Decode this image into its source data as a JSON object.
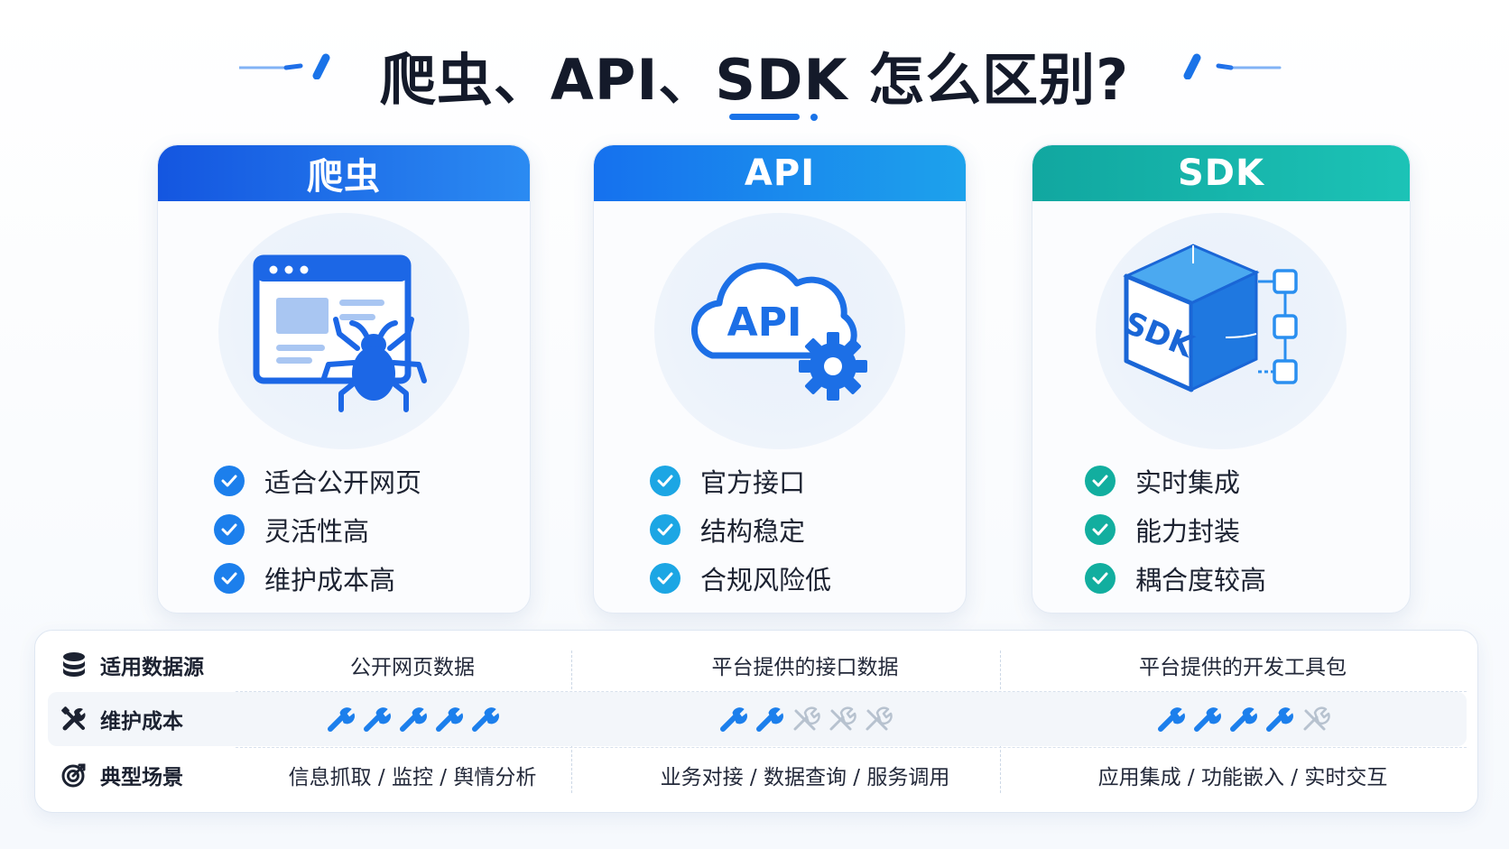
{
  "title": "爬虫、API、SDK 怎么区别?",
  "colors": {
    "crawler_accent": "#1456e0",
    "api_accent": "#1671ee",
    "sdk_accent": "#11a7a0",
    "wrench_active": "#1c7fec",
    "wrench_inactive": "#b7c2cf"
  },
  "cards": [
    {
      "header": "爬虫",
      "icon": "browser-spider-icon",
      "points": [
        "适合公开网页",
        "灵活性高",
        "维护成本高"
      ]
    },
    {
      "header": "API",
      "icon": "cloud-api-gear-icon",
      "icon_text": "API",
      "points": [
        "官方接口",
        "结构稳定",
        "合规风险低"
      ]
    },
    {
      "header": "SDK",
      "icon": "sdk-cube-icon",
      "icon_text": "SDK",
      "points": [
        "实时集成",
        "能力封装",
        "耦合度较高"
      ]
    }
  ],
  "comparison": {
    "rows": [
      {
        "label": "适用数据源",
        "icon": "database-icon",
        "values": [
          "公开网页数据",
          "平台提供的接口数据",
          "平台提供的开发工具包"
        ]
      },
      {
        "label": "维护成本",
        "icon": "tools-icon",
        "ratings": [
          5,
          2,
          4
        ],
        "max_rating": 5
      },
      {
        "label": "典型场景",
        "icon": "target-icon",
        "values": [
          "信息抓取 / 监控 / 舆情分析",
          "业务对接 / 数据查询 / 服务调用",
          "应用集成 / 功能嵌入 / 实时交互"
        ]
      }
    ]
  }
}
